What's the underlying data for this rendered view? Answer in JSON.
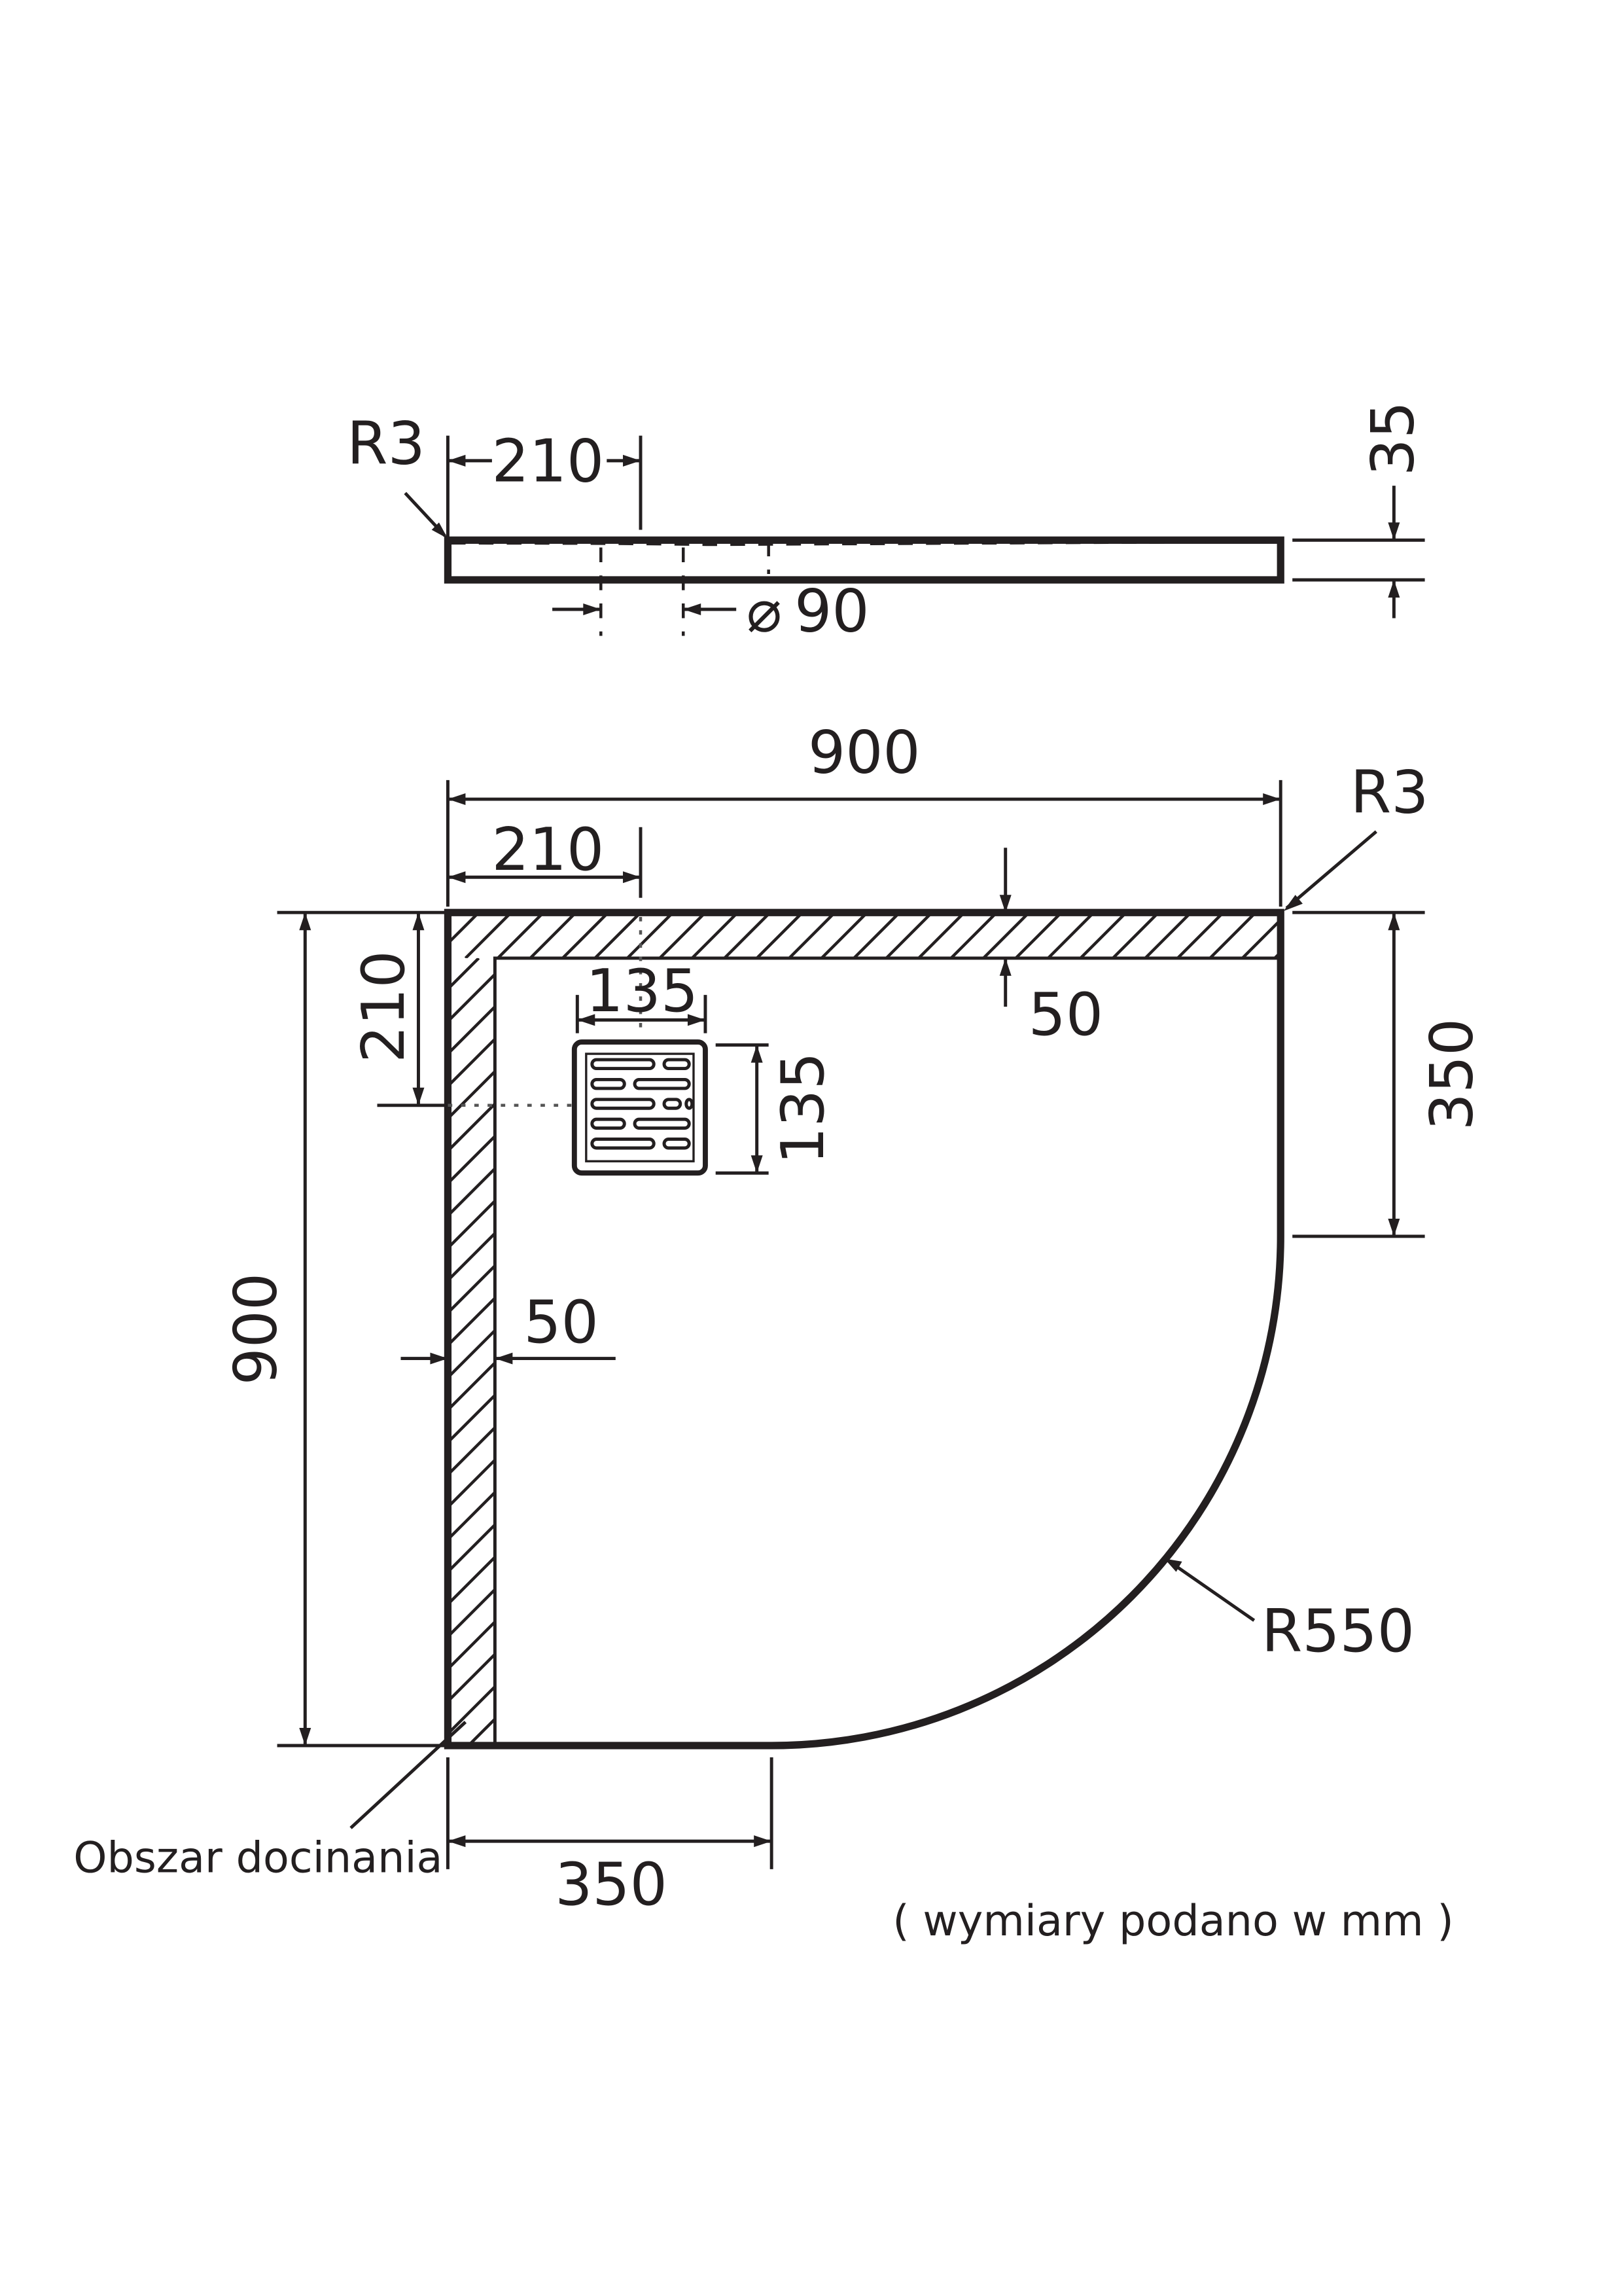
{
  "colors": {
    "line": "#231f20",
    "background": "#ffffff"
  },
  "side_view": {
    "radius_label": "R3",
    "drain_offset": "210",
    "thickness": "35",
    "drain_diameter_symbol": "⌀",
    "drain_diameter": "90"
  },
  "plan_view": {
    "width_top": "900",
    "corner_radius_label": "R3",
    "drain_offset_x": "210",
    "drain_offset_y": "210",
    "grate_width": "135",
    "grate_height": "135",
    "trim_width_top": "50",
    "trim_width_left": "50",
    "straight_right": "350",
    "height_left": "900",
    "arc_radius_label": "R550",
    "straight_bottom": "350",
    "trim_area_label": "Obszar docinania",
    "units_note": "( wymiary podano w mm )"
  }
}
